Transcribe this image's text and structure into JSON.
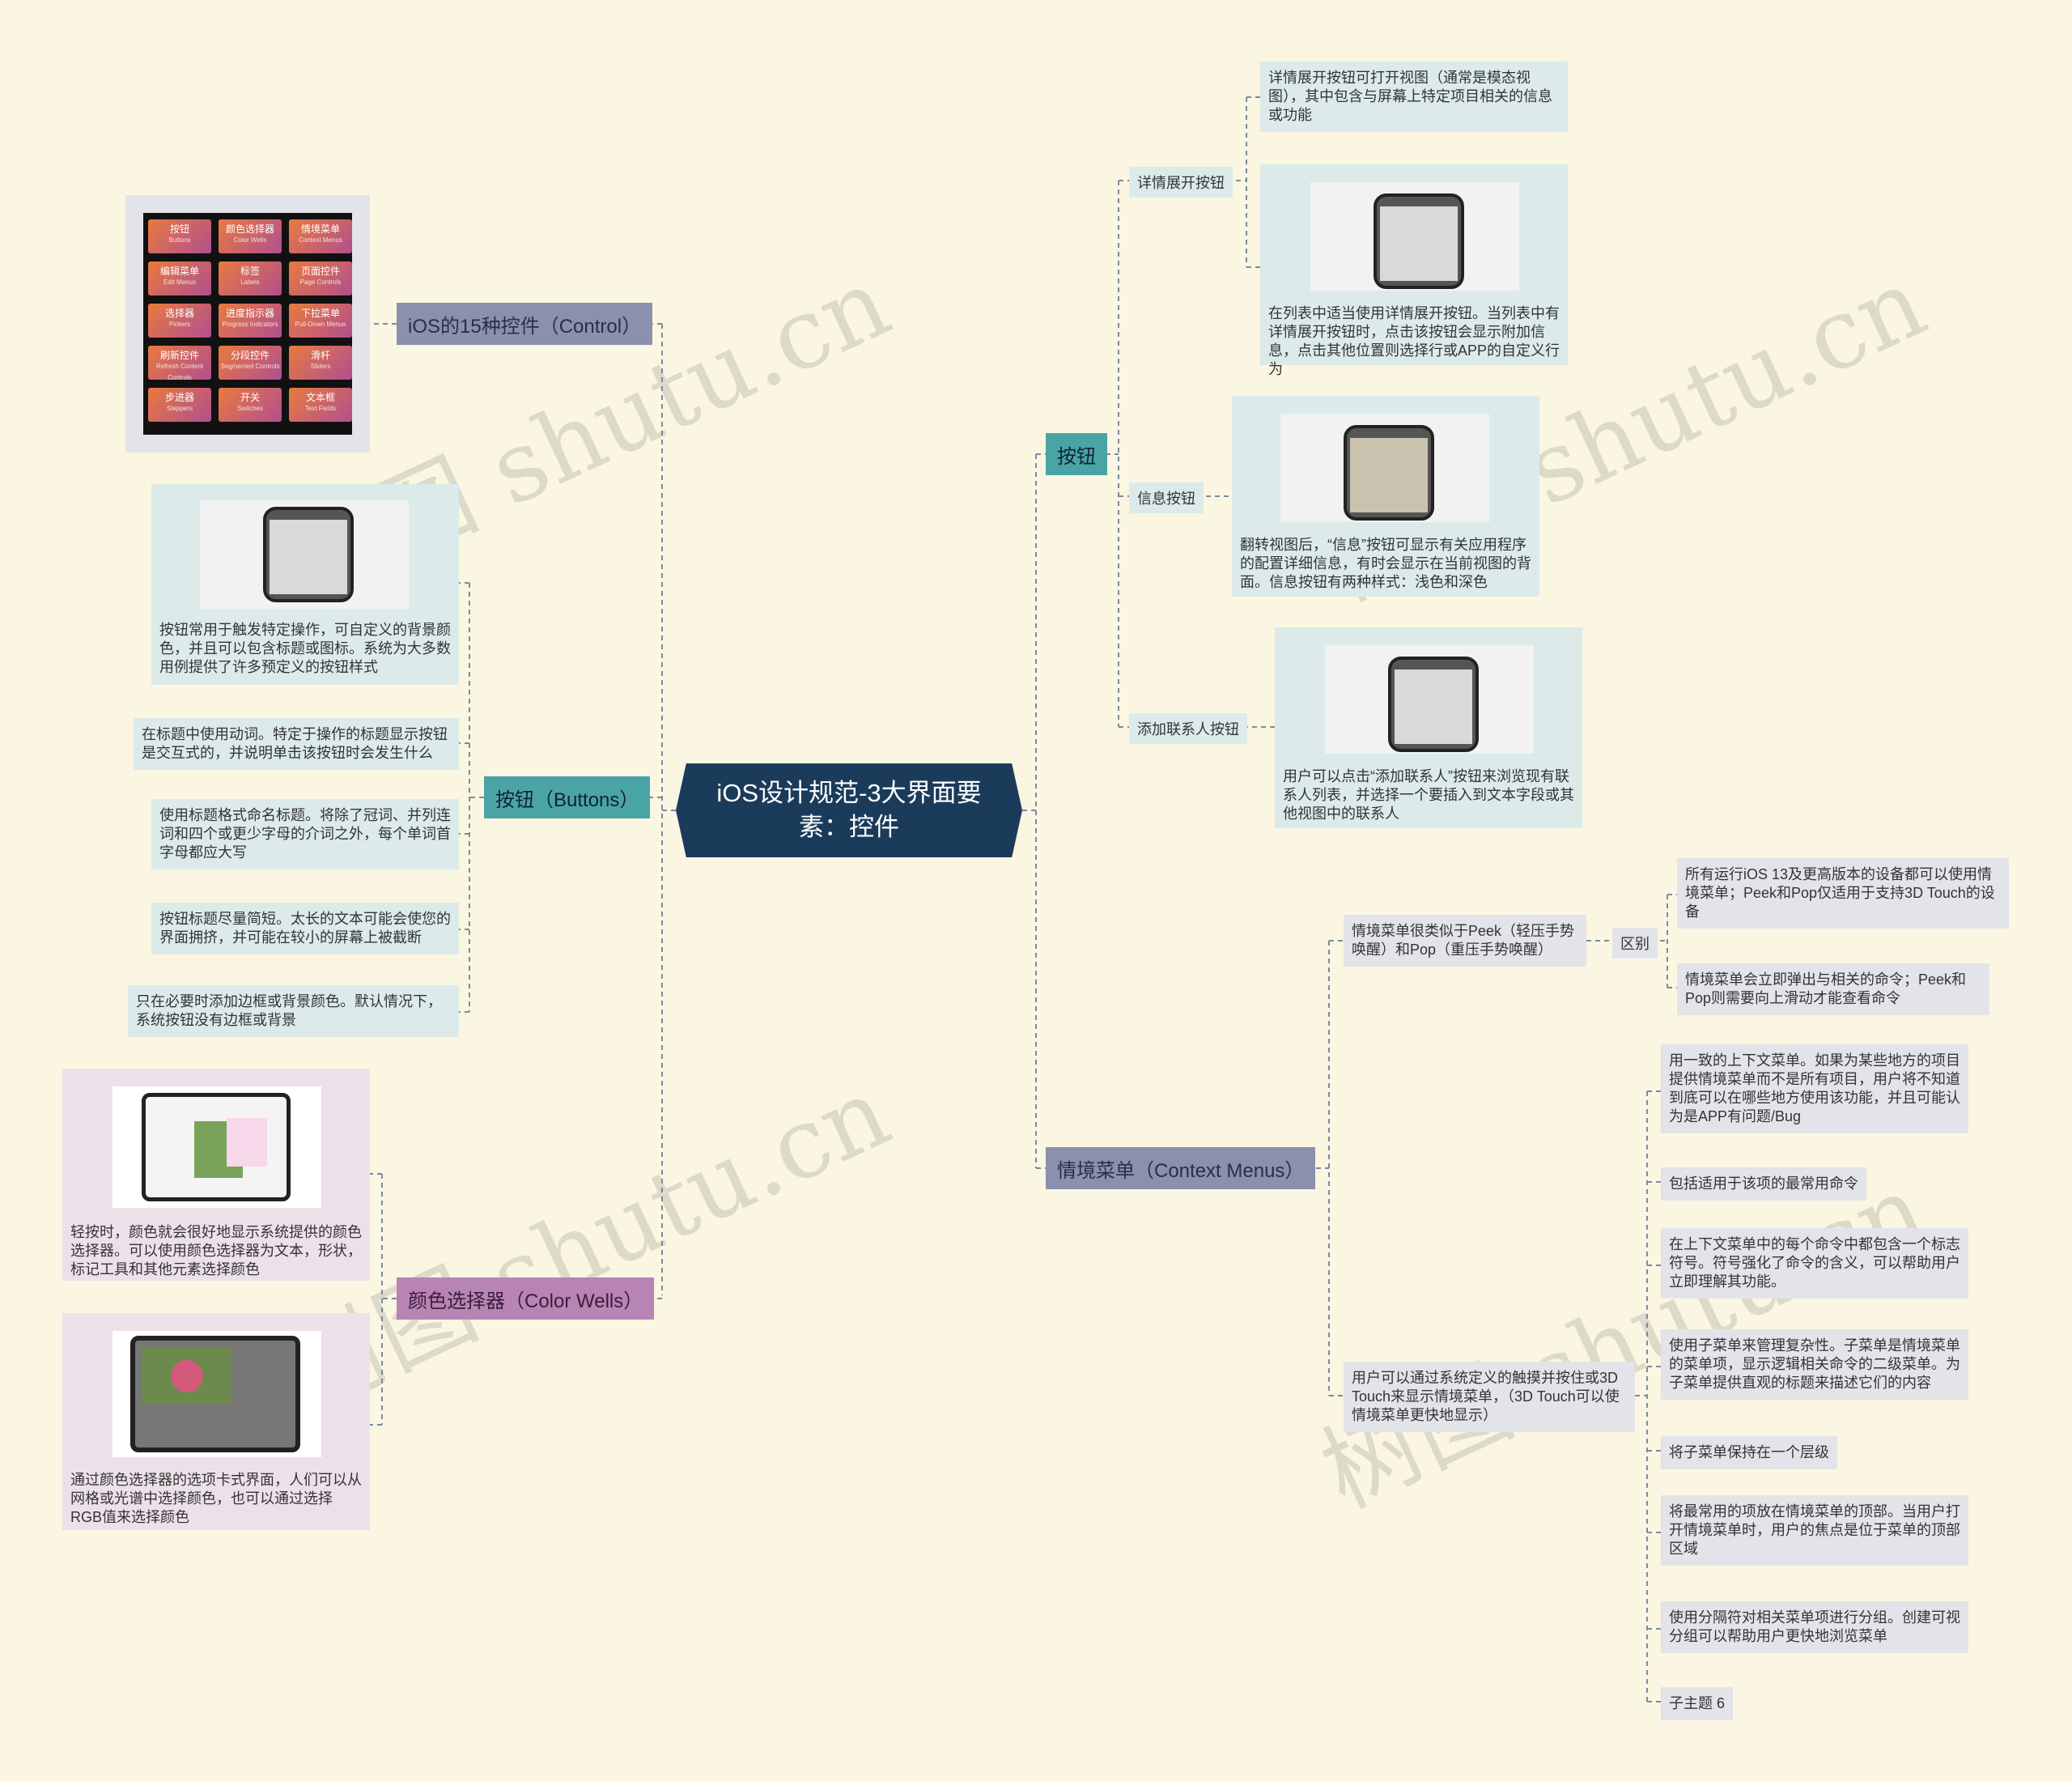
{
  "root": {
    "title": "iOS设计规范-3大界面要素：控件"
  },
  "watermark": "树图 shutu.cn",
  "left": {
    "control15": {
      "label": "iOS的15种控件（Control）",
      "tiles": [
        {
          "cn": "按钮",
          "en": "Buttons"
        },
        {
          "cn": "颜色选择器",
          "en": "Color Wells"
        },
        {
          "cn": "情境菜单",
          "en": "Context Menus"
        },
        {
          "cn": "编辑菜单",
          "en": "Edit Menus"
        },
        {
          "cn": "标签",
          "en": "Labels"
        },
        {
          "cn": "页面控件",
          "en": "Page Controls"
        },
        {
          "cn": "选择器",
          "en": "Pickers"
        },
        {
          "cn": "进度指示器",
          "en": "Progress Indicators"
        },
        {
          "cn": "下拉菜单",
          "en": "Pull-Down Menus"
        },
        {
          "cn": "刷新控件",
          "en": "Refresh Content Controls"
        },
        {
          "cn": "分段控件",
          "en": "Segmented Controls"
        },
        {
          "cn": "滑杆",
          "en": "Sliders"
        },
        {
          "cn": "步进器",
          "en": "Steppers"
        },
        {
          "cn": "开关",
          "en": "Switches"
        },
        {
          "cn": "文本框",
          "en": "Text Fields"
        }
      ]
    },
    "buttons": {
      "label": "按钮（Buttons）",
      "notes": [
        "按钮常用于触发特定操作，可自定义的背景颜色，并且可以包含标题或图标。系统为大多数用例提供了许多预定义的按钮样式",
        "在标题中使用动词。特定于操作的标题显示按钮是交互式的，并说明单击该按钮时会发生什么",
        "使用标题格式命名标题。将除了冠词、并列连词和四个或更少字母的介词之外，每个单词首字母都应大写",
        "按钮标题尽量简短。太长的文本可能会使您的界面拥挤，并可能在较小的屏幕上被截断",
        "只在必要时添加边框或背景颜色。默认情况下，系统按钮没有边框或背景"
      ]
    },
    "colorwells": {
      "label": "颜色选择器（Color Wells）",
      "notes": [
        "轻按时，颜色就会很好地显示系统提供的颜色选择器。可以使用颜色选择器为文本，形状，标记工具和其他元素选择颜色",
        "通过颜色选择器的选项卡式界面，人们可以从网格或光谱中选择颜色，也可以通过选择RGB值来选择颜色"
      ]
    }
  },
  "right": {
    "button": {
      "label": "按钮",
      "detail": {
        "label": "详情展开按钮",
        "notes": [
          "详情展开按钮可打开视图（通常是模态视图），其中包含与屏幕上特定项目相关的信息或功能",
          "在列表中适当使用详情展开按钮。当列表中有详情展开按钮时，点击该按钮会显示附加信息，点击其他位置则选择行或APP的自定义行为"
        ]
      },
      "info": {
        "label": "信息按钮",
        "note": "翻转视图后，“信息”按钮可显示有关应用程序的配置详细信息，有时会显示在当前视图的背面。信息按钮有两种样式：浅色和深色"
      },
      "addcontact": {
        "label": "添加联系人按钮",
        "note": "用户可以点击“添加联系人”按钮来浏览现有联系人列表，并选择一个要插入到文本字段或其他视图中的联系人"
      }
    },
    "context": {
      "label": "情境菜单（Context Menus）",
      "peek": {
        "label": "情境菜单很类似于Peek（轻压手势唤醒）和Pop（重压手势唤醒）",
        "diff": "区别",
        "notes": [
          "所有运行iOS 13及更高版本的设备都可以使用情境菜单；Peek和Pop仅适用于支持3D Touch的设备",
          "情境菜单会立即弹出与相关的命令；Peek和Pop则需要向上滑动才能查看命令"
        ]
      },
      "touch": {
        "label": "用户可以通过系统定义的触摸并按住或3D Touch来显示情境菜单，（3D Touch可以使情境菜单更快地显示）",
        "notes": [
          "用一致的上下文菜单。如果为某些地方的项目提供情境菜单而不是所有项目，用户将不知道到底可以在哪些地方使用该功能，并且可能认为是APP有问题/Bug",
          "包括适用于该项的最常用命令",
          "在上下文菜单中的每个命令中都包含一个标志符号。符号强化了命令的含义，可以帮助用户立即理解其功能。",
          "使用子菜单来管理复杂性。子菜单是情境菜单的菜单项，显示逻辑相关命令的二级菜单。为子菜单提供直观的标题来描述它们的内容",
          "将子菜单保持在一个层级",
          "将最常用的项放在情境菜单的顶部。当用户打开情境菜单时，用户的焦点是位于菜单的顶部区域",
          "使用分隔符对相关菜单项进行分组。创建可视分组可以帮助用户更快地浏览菜单",
          "子主题 6"
        ]
      }
    }
  }
}
